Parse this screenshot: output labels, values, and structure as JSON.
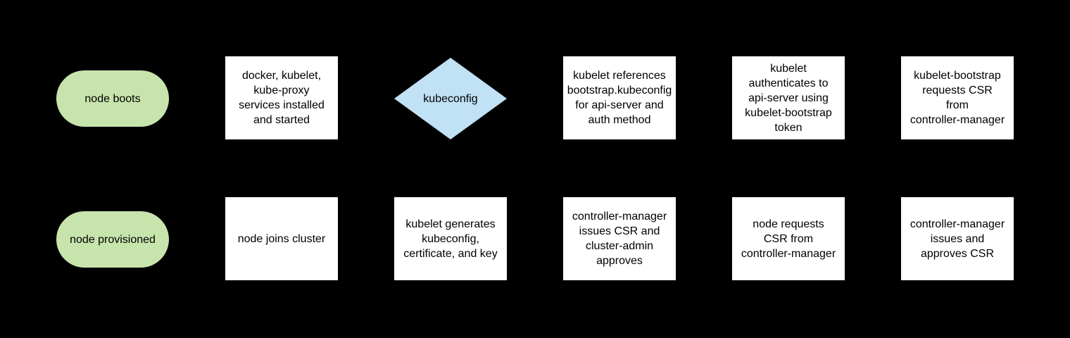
{
  "colors": {
    "background": "#000000",
    "process_fill": "#ffffff",
    "terminal_fill": "#c7e4ad",
    "decision_fill": "#c1e1f4",
    "text": "#000000"
  },
  "diagram": {
    "rows": 2,
    "columns": 6,
    "shape_types": [
      "terminal",
      "process",
      "decision"
    ]
  },
  "nodes": [
    {
      "id": "node-boots",
      "type": "terminal",
      "label": "node boots"
    },
    {
      "id": "services-installed",
      "type": "process",
      "label": "docker, kubelet,\nkube-proxy\nservices installed\nand started"
    },
    {
      "id": "kubeconfig-decision",
      "type": "decision",
      "label": "kubeconfig"
    },
    {
      "id": "kubelet-references",
      "type": "process",
      "label": "kubelet references\nbootstrap.kubeconfig\nfor api-server and\nauth method"
    },
    {
      "id": "kubelet-authenticates",
      "type": "process",
      "label": "kubelet\nauthenticates to\napi-server using\nkubelet-bootstrap\ntoken"
    },
    {
      "id": "bootstrap-requests-csr",
      "type": "process",
      "label": "kubelet-bootstrap\nrequests CSR\nfrom\ncontroller-manager"
    },
    {
      "id": "node-provisioned",
      "type": "terminal",
      "label": "node provisioned"
    },
    {
      "id": "node-joins-cluster",
      "type": "process",
      "label": "node joins cluster"
    },
    {
      "id": "kubelet-generates",
      "type": "process",
      "label": "kubelet generates\nkubeconfig,\ncertificate, and key"
    },
    {
      "id": "cm-issues-admin-approves",
      "type": "process",
      "label": "controller-manager\nissues CSR and\ncluster-admin\napproves"
    },
    {
      "id": "node-requests-csr",
      "type": "process",
      "label": "node requests\nCSR from\ncontroller-manager"
    },
    {
      "id": "cm-issues-and-approves",
      "type": "process",
      "label": "controller-manager\nissues and\napproves CSR"
    }
  ]
}
